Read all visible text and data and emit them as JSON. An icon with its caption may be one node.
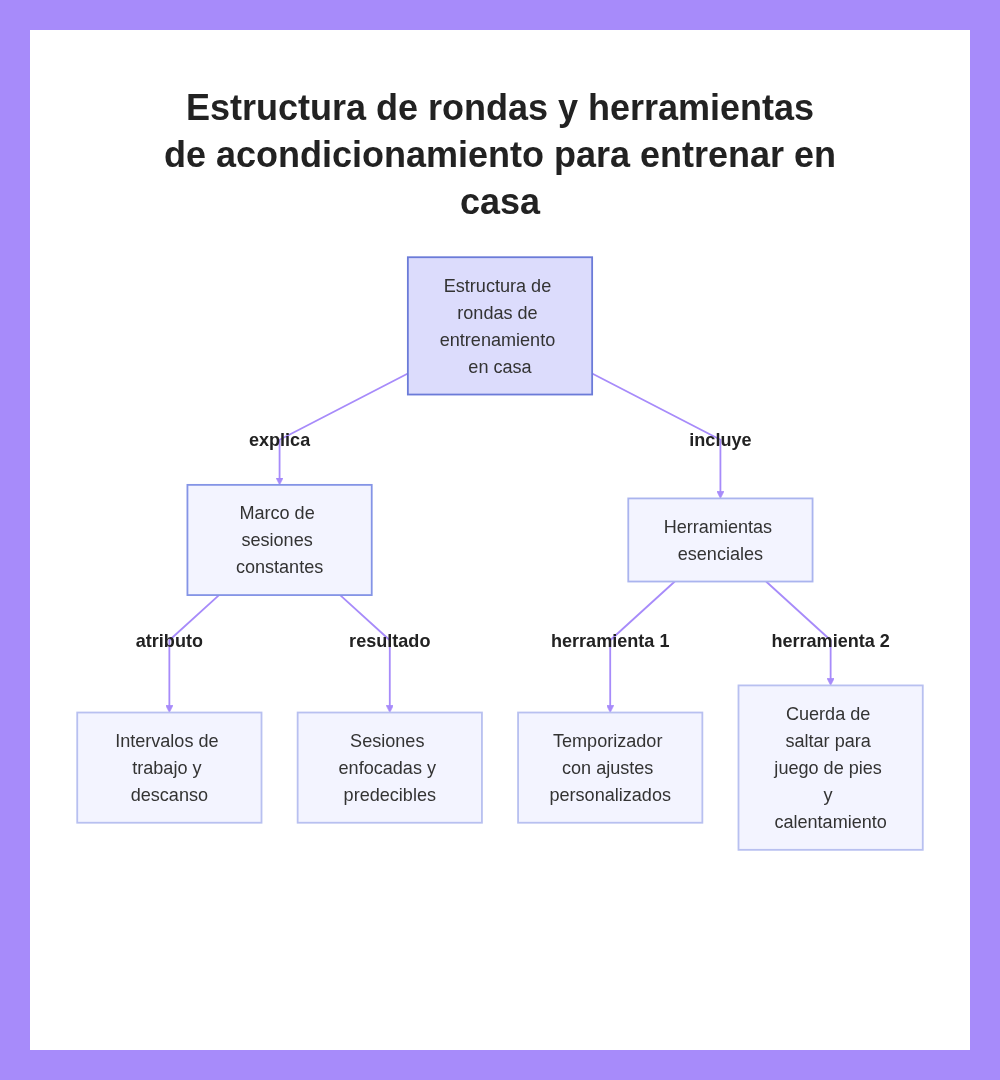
{
  "diagram": {
    "title": "Estructura de rondas y herramientas de acondicionamiento para entrenar en casa",
    "nodes": [
      {
        "text": [
          "Estructura de rondas de entrenamiento en casa"
        ]
      },
      {
        "text": [
          "Marco de sesiones constantes"
        ]
      },
      {
        "text": [
          "Herramientas esenciales"
        ]
      },
      {
        "text": [
          "Intervalos de trabajo y descanso"
        ]
      },
      {
        "text": [
          "Sesiones enfocadas y predecibles"
        ]
      },
      {
        "text": [
          "Temporizador con ajustes personalizados"
        ]
      },
      {
        "text": [
          "Cuerda de saltar para juego de pies y calentamiento"
        ]
      }
    ],
    "edges": [
      {
        "from": 0,
        "to": 1,
        "arrow": "to",
        "label": "explica"
      },
      {
        "from": 0,
        "to": 2,
        "arrow": "to",
        "label": "incluye"
      },
      {
        "from": 1,
        "to": 3,
        "arrow": "to",
        "label": "atributo"
      },
      {
        "from": 1,
        "to": 4,
        "arrow": "to",
        "label": "resultado"
      },
      {
        "from": 2,
        "to": 5,
        "arrow": "to",
        "label": "herramienta 1"
      },
      {
        "from": 2,
        "to": 6,
        "arrow": "to",
        "label": "herramienta 2"
      }
    ]
  }
}
